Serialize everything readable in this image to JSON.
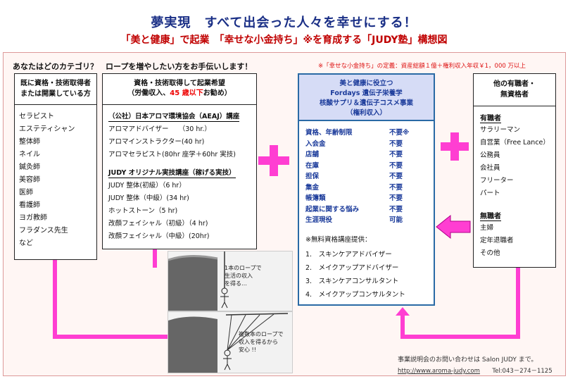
{
  "title": "夢実現　すべて出会った人々を幸せにする！",
  "subtitle": "「美と健康」で起業　「幸せな小金持ち」※を育成する「JUDY塾」構想図",
  "question": "あなたはどのカテゴリ？　ロープを増やしたい方をお手伝いします！",
  "definition_note": "※「幸せな小金持ち」の定義：資産総額１億＋権利収入年収￥1，000 万以上",
  "box1": {
    "heading_line1": "既に資格・技術取得者",
    "heading_line2": "または開業している方",
    "items": [
      "セラピスト",
      "エステティシャン",
      "整体師",
      "ネイル",
      "鍼灸師",
      "美容師",
      "医師",
      "看護師",
      "ヨガ教師",
      "フラダンス先生",
      "など"
    ]
  },
  "box2": {
    "heading_line1": "資格・技術取得して起業希望",
    "heading_line2_pre": "（労働収入、",
    "heading_line2_red": "45 歳以下",
    "heading_line2_post": "お勧め）",
    "section1": "（公社）日本アロマ環境協会（AEAJ）講座",
    "section1_items": [
      "アロマアドバイザー　　（30 hr.）",
      "アロマインストラクター(40 hr)",
      "アロマセラピスト(80hr 座学＋60hr 実技)"
    ],
    "section2": "JUDY オリジナル実技講座（稼げる実技）",
    "section2_items": [
      "JUDY 整体(初級）（6 hr）",
      "JUDY 整体（中級）(34 hr)",
      "ホットストーン（5 hr)",
      "改顔フェイシャル（初級）（4 hr)",
      "改顔フェイシャル（中級）(20hr)"
    ]
  },
  "box3": {
    "heading_line1": "美と健康に役立つ",
    "heading_line2": "Fordays 遺伝子栄養学",
    "heading_line3": "核酸サプリ＆遺伝子コスメ事業",
    "heading_line4": "（権利収入）",
    "requirements": [
      {
        "label": "資格、年齢制限",
        "value": "不要※"
      },
      {
        "label": "入会金",
        "value": "不要"
      },
      {
        "label": "店舗",
        "value": "不要"
      },
      {
        "label": "在庫",
        "value": "不要"
      },
      {
        "label": "担保",
        "value": "不要"
      },
      {
        "label": "集金",
        "value": "不要"
      },
      {
        "label": "帳簿類",
        "value": "不要"
      },
      {
        "label": "起業に関する悩み",
        "value": "不要"
      },
      {
        "label": "生涯現役",
        "value": "可能"
      }
    ],
    "free_label": "※無料資格講座提供：",
    "free_items": [
      "1.　スキンケアアドバイザー",
      "2.　メイクアップアドバイザー",
      "3.　スキンケアコンサルタント",
      "4.　メイクアップコンサルタント"
    ]
  },
  "box4": {
    "heading_line1": "他の有職者・",
    "heading_line2": "無資格者",
    "cat1": "有職者",
    "cat1_items": [
      "サラリーマン",
      "自営業（Free Lance）",
      "公務員",
      "会社員",
      "フリーター",
      "パート"
    ],
    "cat2": "無職者",
    "cat2_items": [
      "主婦",
      "定年退職者",
      "その他"
    ]
  },
  "image1_caption": [
    "1本のロープで",
    "生活の収入",
    "を得る…"
  ],
  "image2_caption": [
    "複数本のロープで",
    "収入を得るから",
    "安心 !!"
  ],
  "footer_line1": "事業説明会のお問い合わせは Salon JUDY まで。",
  "footer_url": "http://www.aroma-judy.com",
  "footer_tel": "Tel:043－274－1125",
  "colors": {
    "accent_pink": "#ff3ed2",
    "title_blue": "#1a2f86",
    "subtitle_red": "#c00000",
    "box_blue": "#2a6aa5"
  }
}
